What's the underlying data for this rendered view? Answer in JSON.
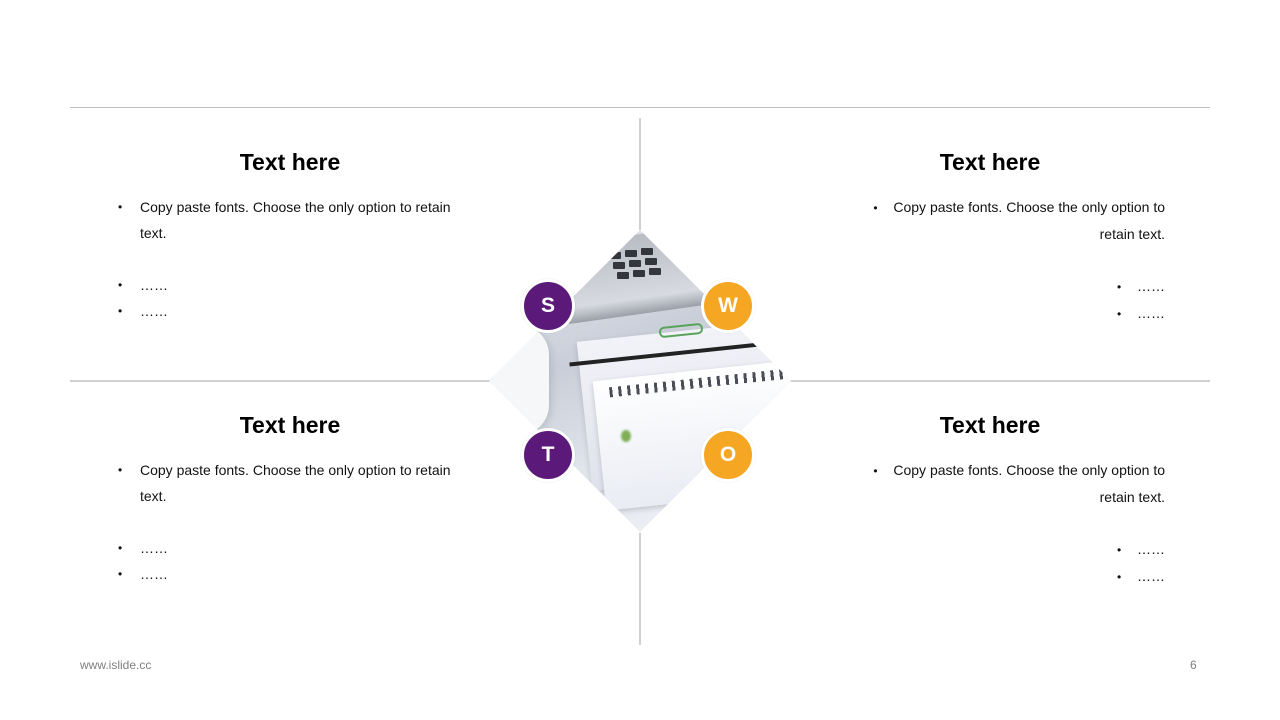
{
  "colors": {
    "purple": "#5b1a7a",
    "orange": "#f5a623",
    "divider": "#d0d0d0"
  },
  "quadrants": {
    "s": {
      "title": "Text here",
      "bullet1": "Copy paste fonts. Choose the only option to retain text.",
      "bullet2": "……",
      "bullet3": "……"
    },
    "w": {
      "title": "Text here",
      "bullet1": "Copy paste fonts. Choose the only option to retain text.",
      "bullet2": "……",
      "bullet3": "……"
    },
    "t": {
      "title": "Text here",
      "bullet1": "Copy paste fonts. Choose the only option to retain text.",
      "bullet2": "……",
      "bullet3": "……"
    },
    "o": {
      "title": "Text here",
      "bullet1": "Copy paste fonts. Choose the only option to retain text.",
      "bullet2": "……",
      "bullet3": "……"
    }
  },
  "badges": {
    "s": "S",
    "w": "W",
    "t": "T",
    "o": "O"
  },
  "center_image": {
    "icon": "office-desk-photo"
  },
  "footer": {
    "website": "www.islide.cc",
    "page_number": "6"
  }
}
